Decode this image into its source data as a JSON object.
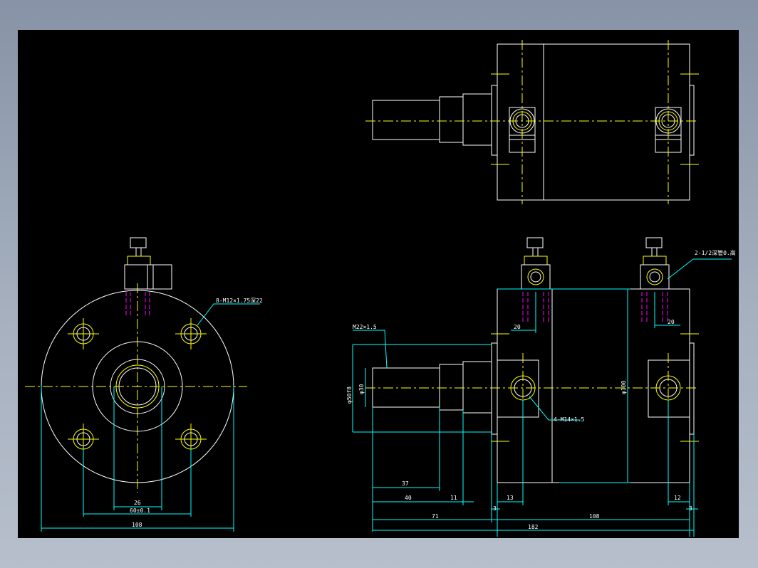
{
  "drawing": {
    "colors": {
      "background": "#000000",
      "outline": "#ffffff",
      "centerline": "#ffff00",
      "dimension": "#00ffff",
      "hidden": "#ff00ff",
      "leader": "#00ffff"
    },
    "labels": {
      "front_holes_callout": "8-M12×1.75深22",
      "front_dim_26": "26",
      "front_dim_60": "60±0.1",
      "front_dim_108": "108",
      "thread_callout": "M22×1.5",
      "dia_50": "φ50f8",
      "dia_30": "φ30",
      "dia_100": "φ100",
      "port_callout": "4-M14×1.5",
      "pipe_callout": "2-1/2深管0.高",
      "dim_20_left": "20",
      "dim_20_right": "20",
      "dim_37": "37",
      "dim_40": "40",
      "dim_11": "11",
      "dim_13": "13",
      "dim_12": "12",
      "dim_3_left": "3",
      "dim_3_right": "3",
      "dim_71": "71",
      "dim_108": "108",
      "dim_182": "182"
    }
  }
}
